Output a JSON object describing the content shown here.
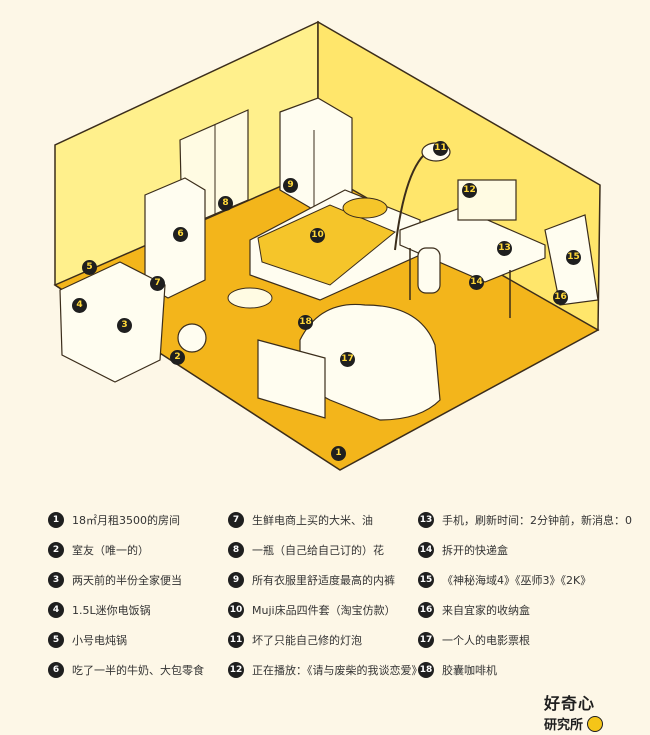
{
  "colors": {
    "wall_back": "#ffe66b",
    "wall_left": "#fff08c",
    "floor": "#f3b51b",
    "line": "#3b2d1b",
    "accent": "#ffd83a"
  },
  "markers": [
    "1",
    "2",
    "3",
    "4",
    "5",
    "6",
    "7",
    "8",
    "9",
    "10",
    "11",
    "12",
    "13",
    "14",
    "15",
    "16",
    "17",
    "18"
  ],
  "legend": [
    {
      "num": "1",
      "text": "18㎡月租3500的房间"
    },
    {
      "num": "2",
      "text": "室友（唯一的）"
    },
    {
      "num": "3",
      "text": "两天前的半份全家便当"
    },
    {
      "num": "4",
      "text": "1.5L迷你电饭锅"
    },
    {
      "num": "5",
      "text": "小号电炖锅"
    },
    {
      "num": "6",
      "text": "吃了一半的牛奶、大包零食"
    },
    {
      "num": "7",
      "text": "生鲜电商上买的大米、油"
    },
    {
      "num": "8",
      "text": "一瓶（自己给自己订的）花"
    },
    {
      "num": "9",
      "text": "所有衣服里舒适度最高的内裤"
    },
    {
      "num": "10",
      "text": "Muji床品四件套（淘宝仿款）"
    },
    {
      "num": "11",
      "text": "坏了只能自己修的灯泡"
    },
    {
      "num": "12",
      "text": "正在播放：《请与废柴的我谈恋爱》"
    },
    {
      "num": "13",
      "text": "手机，刷新时间：2分钟前，新消息：0"
    },
    {
      "num": "14",
      "text": "拆开的快递盒"
    },
    {
      "num": "15",
      "text": "《神秘海域4》《巫师3》《2K》"
    },
    {
      "num": "16",
      "text": "来自宜家的收纳盒"
    },
    {
      "num": "17",
      "text": "一个人的电影票根"
    },
    {
      "num": "18",
      "text": "胶囊咖啡机"
    }
  ],
  "brand": {
    "line1": "好奇心",
    "line2": "研究所"
  }
}
